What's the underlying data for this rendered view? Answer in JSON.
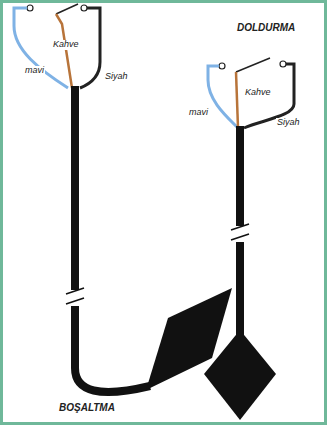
{
  "diagram": {
    "labels": [
      "Kahve",
      "mavi",
      "Siyah",
      "BOŞALTMA",
      "DOLDURMA",
      "Kahve",
      "mavi",
      "Siyah"
    ]
  }
}
